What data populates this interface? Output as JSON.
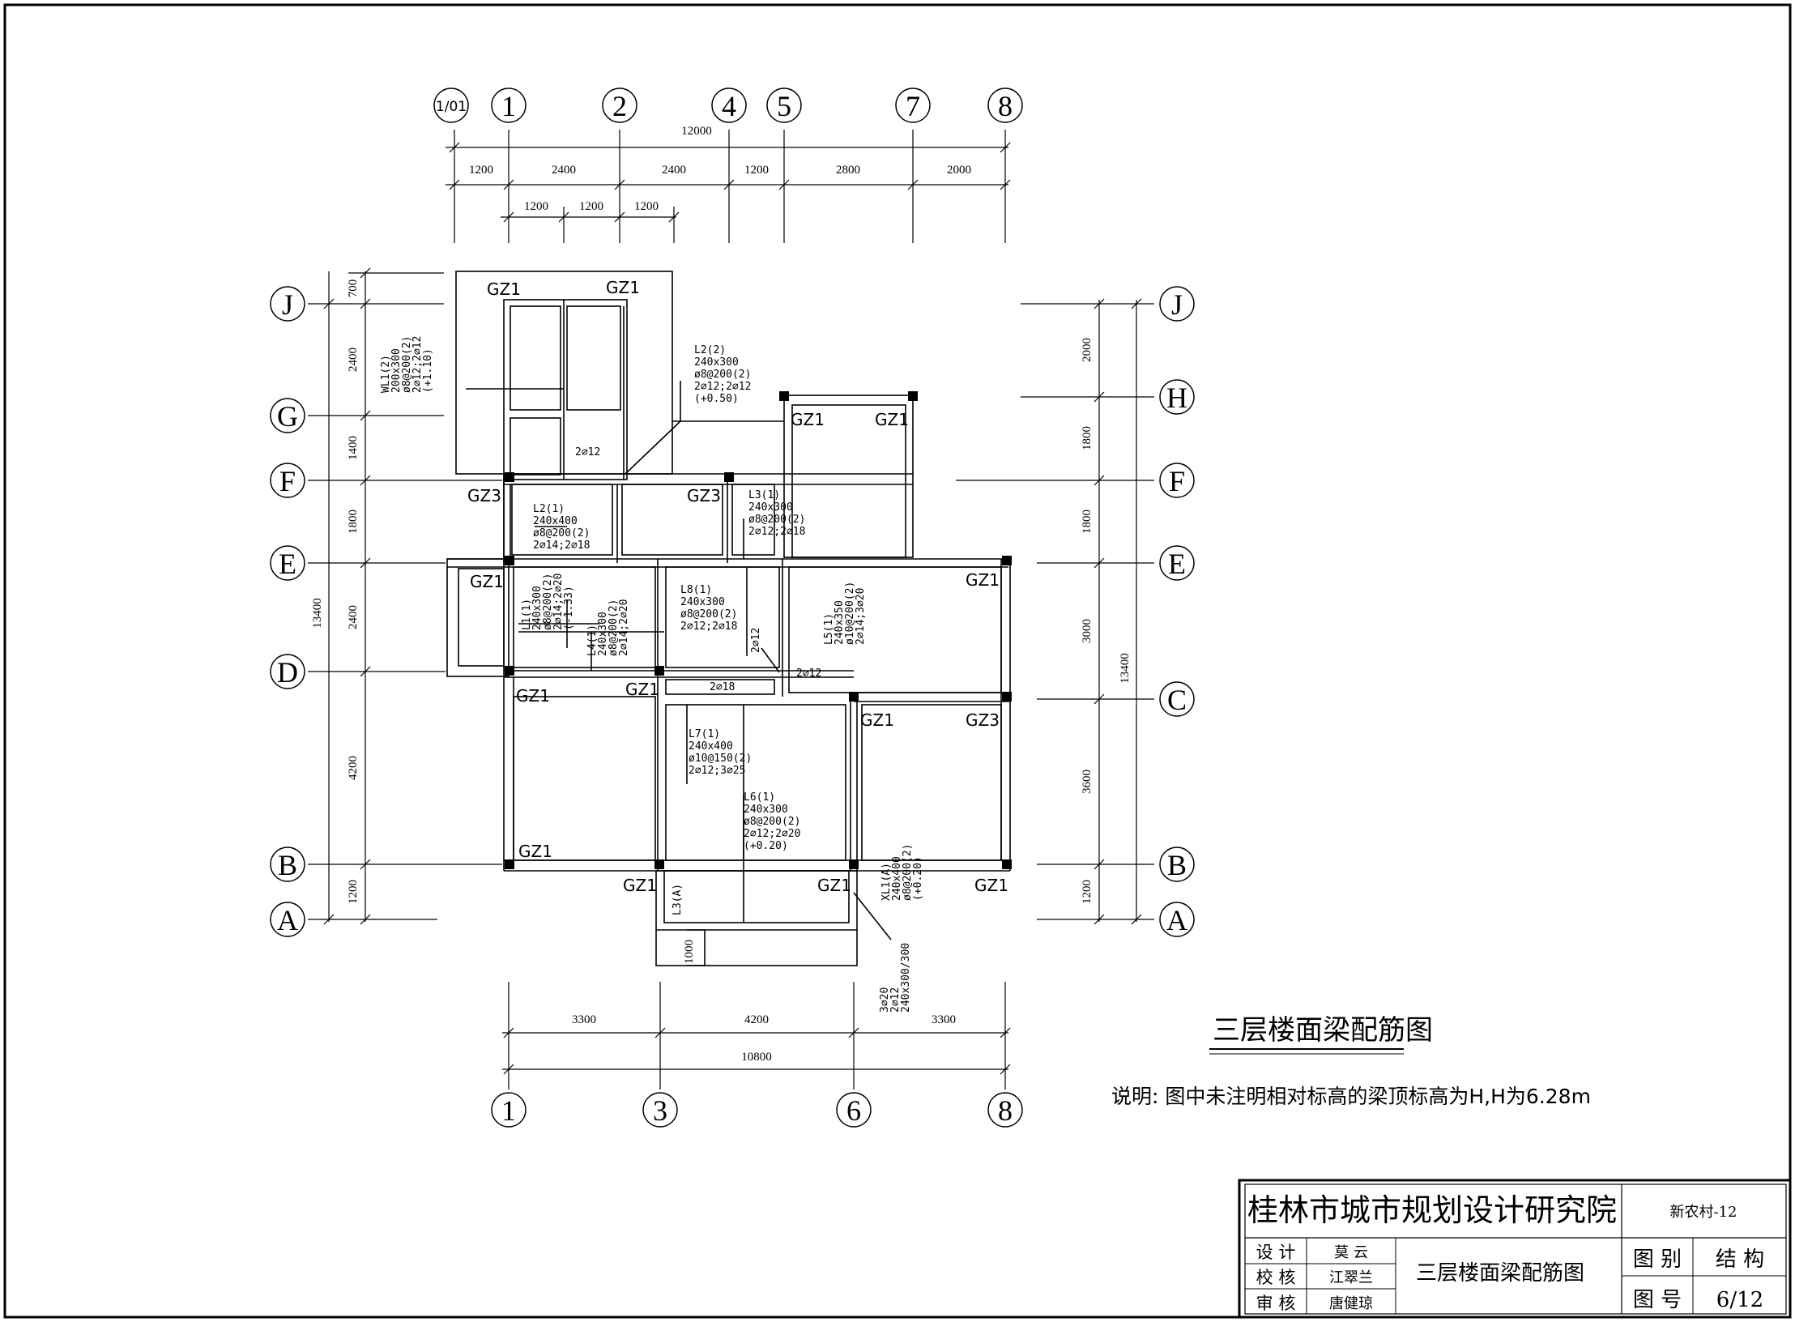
{
  "drawing_title": "三层楼面梁配筋图",
  "note": "说明: 图中未注明相对标高的梁顶标高为H,H为6.28m",
  "grid_top": [
    "1/01",
    "1",
    "2",
    "4",
    "5",
    "7",
    "8"
  ],
  "grid_bottom": [
    "1",
    "3",
    "6",
    "8"
  ],
  "grid_left": [
    "J",
    "G",
    "F",
    "E",
    "D",
    "B",
    "A"
  ],
  "grid_right": [
    "J",
    "H",
    "F",
    "E",
    "C",
    "B",
    "A"
  ],
  "dims_top_total": "12000",
  "dims_top": [
    "1200",
    "2400",
    "2400",
    "1200",
    "2800",
    "2000"
  ],
  "dims_top_sub": [
    "1200",
    "1200",
    "1200"
  ],
  "dims_bottom": [
    "3300",
    "4200",
    "3300"
  ],
  "dims_bottom_total": "10800",
  "dims_left": [
    "700",
    "2400",
    "1400",
    "1800",
    "2400",
    "4200",
    "1200"
  ],
  "dims_left_total": "13400",
  "dims_right": [
    "2000",
    "1800",
    "1800",
    "3000",
    "3600",
    "1200"
  ],
  "dims_right_total": "13400",
  "dim_1000": "1000",
  "columns": {
    "gz1": "GZ1",
    "gz3": "GZ3"
  },
  "beams": {
    "wl1": [
      "WL1(2)",
      "200x300",
      "ø8@200(2)",
      "2⌀12;2⌀12",
      "(+1.10)"
    ],
    "l2a": [
      "L2(2)",
      "240x300",
      "ø8@200(2)",
      "2⌀12;2⌀12",
      "(+0.50)"
    ],
    "l2b": [
      "L2(1)",
      "240x400",
      "ø8@200(2)",
      "2⌀14;2⌀18"
    ],
    "l3": [
      "L3(1)",
      "240x300",
      "ø8@200(2)",
      "2⌀12;2⌀18"
    ],
    "l1": [
      "L1(1)",
      "240x300",
      "ø8@200(2)",
      "2⌀14;2⌀20",
      "(-1.33)"
    ],
    "l4": [
      "L4(1)",
      "240x300",
      "ø8@200(2)",
      "2⌀14;2⌀20"
    ],
    "l8": [
      "L8(1)",
      "240x300",
      "ø8@200(2)",
      "2⌀12;2⌀18"
    ],
    "l5": [
      "L5(1)",
      "240x350",
      "ø10@200(2)",
      "2⌀14;3⌀20"
    ],
    "l7": [
      "L7(1)",
      "240x400",
      "ø10@150(2)",
      "2⌀12;3⌀25"
    ],
    "l6": [
      "L6(1)",
      "240x300",
      "ø8@200(2)",
      "2⌀12;2⌀20",
      "(+0.20)"
    ],
    "xl1": [
      "XL1(A)",
      "240x400",
      "ø8@200(2)",
      "(+0.20)"
    ],
    "l3a": "L3(A)",
    "xl_bars": [
      "3⌀20",
      "2⌀12",
      "240x300/300"
    ],
    "bar_2_12": "2⌀12",
    "bar_2_18": "2⌀18"
  },
  "title_block": {
    "institute": "桂林市城市规划设计研究院",
    "project": "新农村-12",
    "design_label": "设 计",
    "design_name": "莫 云",
    "check_label": "校 核",
    "check_name": "江翠兰",
    "review_label": "审 核",
    "review_name": "唐健琼",
    "sheet_title": "三层楼面梁配筋图",
    "category_label": "图 别",
    "category_value": "结 构",
    "number_label": "图 号",
    "number_value": "6/12"
  }
}
